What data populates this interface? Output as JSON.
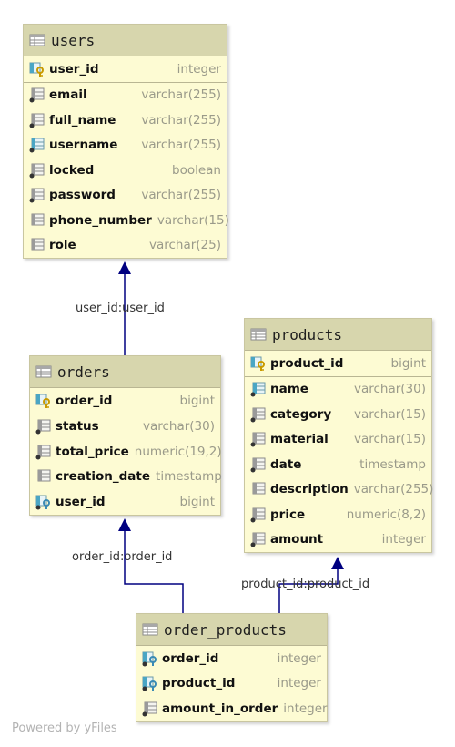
{
  "tables": {
    "users": {
      "title": "users",
      "pk": {
        "name": "user_id",
        "type": "integer"
      },
      "columns": [
        {
          "name": "email",
          "type": "varchar(255)"
        },
        {
          "name": "full_name",
          "type": "varchar(255)"
        },
        {
          "name": "username",
          "type": "varchar(255)"
        },
        {
          "name": "locked",
          "type": "boolean"
        },
        {
          "name": "password",
          "type": "varchar(255)"
        },
        {
          "name": "phone_number",
          "type": "varchar(15)"
        },
        {
          "name": "role",
          "type": "varchar(25)"
        }
      ]
    },
    "orders": {
      "title": "orders",
      "pk": {
        "name": "order_id",
        "type": "bigint"
      },
      "columns": [
        {
          "name": "status",
          "type": "varchar(30)"
        },
        {
          "name": "total_price",
          "type": "numeric(19,2)"
        },
        {
          "name": "creation_date",
          "type": "timestamp"
        },
        {
          "name": "user_id",
          "type": "bigint"
        }
      ]
    },
    "products": {
      "title": "products",
      "pk": {
        "name": "product_id",
        "type": "bigint"
      },
      "columns": [
        {
          "name": "name",
          "type": "varchar(30)"
        },
        {
          "name": "category",
          "type": "varchar(15)"
        },
        {
          "name": "material",
          "type": "varchar(15)"
        },
        {
          "name": "date",
          "type": "timestamp"
        },
        {
          "name": "description",
          "type": "varchar(255)"
        },
        {
          "name": "price",
          "type": "numeric(8,2)"
        },
        {
          "name": "amount",
          "type": "integer"
        }
      ]
    },
    "order_products": {
      "title": "order_products",
      "columns": [
        {
          "name": "order_id",
          "type": "integer"
        },
        {
          "name": "product_id",
          "type": "integer"
        },
        {
          "name": "amount_in_order",
          "type": "integer"
        }
      ]
    }
  },
  "relations": [
    {
      "label": "user_id:user_id"
    },
    {
      "label": "order_id:order_id"
    },
    {
      "label": "product_id:product_id"
    }
  ],
  "footer": "Powered by yFiles",
  "colors": {
    "table_bg": "#fdfbd3",
    "header_bg": "#d7d6ad",
    "edge": "#000080"
  }
}
